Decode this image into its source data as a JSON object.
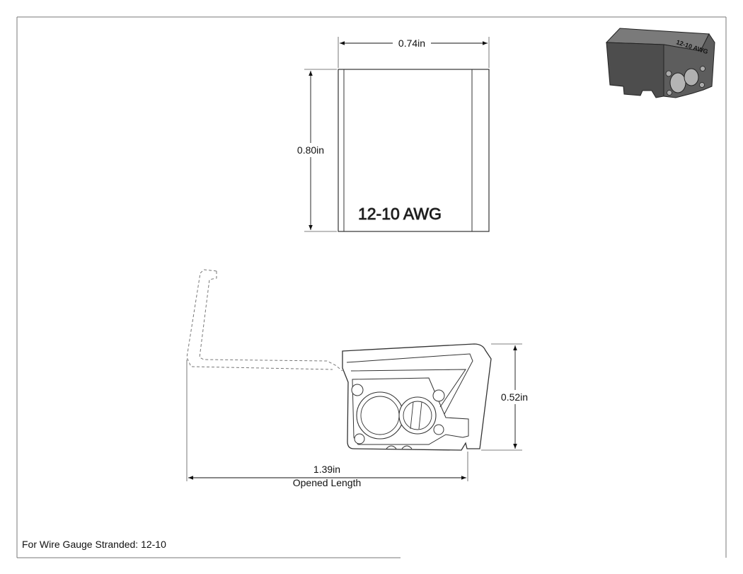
{
  "drawing": {
    "top_view": {
      "width_dim": "0.74in",
      "height_dim": "0.80in",
      "marking": "12-10 AWG"
    },
    "iso_view": {
      "marking": "12-10 AWG"
    },
    "side_view": {
      "height_dim": "0.52in",
      "length_dim": "1.39in",
      "length_caption": "Opened Length"
    },
    "footer_note": "For Wire Gauge Stranded: 12-10"
  }
}
